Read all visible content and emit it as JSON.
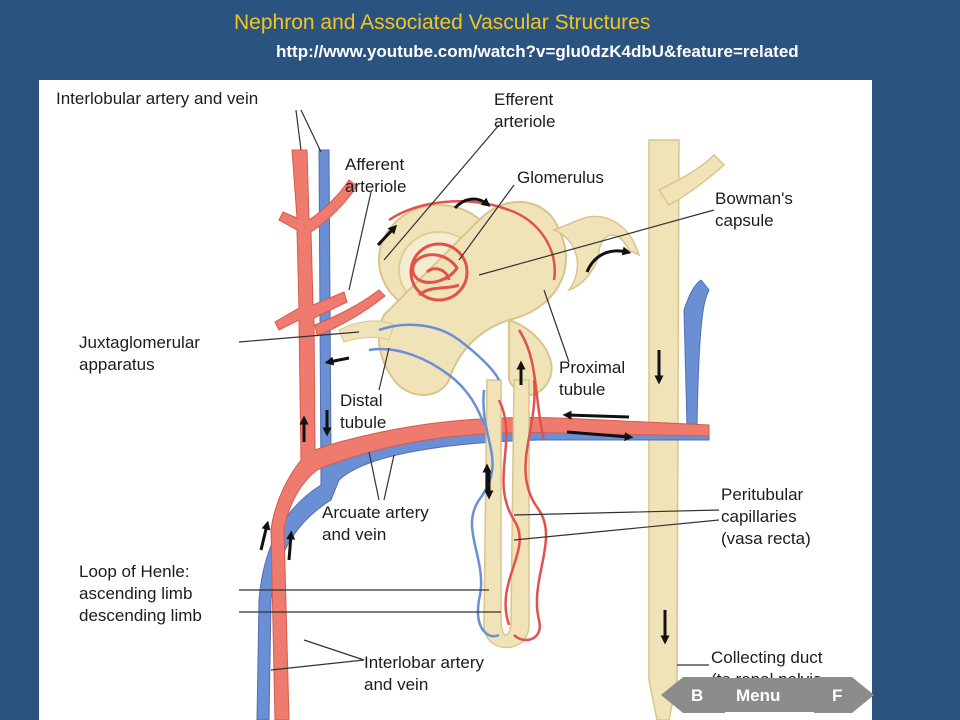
{
  "slide": {
    "title": "Nephron and Associated Vascular Structures",
    "link": "http://www.youtube.com/watch?v=glu0dzK4dbU&feature=related"
  },
  "labels": {
    "interlobular": "Interlobular artery and vein",
    "efferent": "Efferent\narteriole",
    "afferent": "Afferent\narteriole",
    "glomerulus": "Glomerulus",
    "bowmans": "Bowman's\ncapsule",
    "juxtaglomerular": "Juxtaglomerular\napparatus",
    "distal": "Distal\ntubule",
    "proximal": "Proximal\ntubule",
    "arcuate": "Arcuate artery\nand vein",
    "peritubular": "Peritubular\ncapillaries\n(vasa recta)",
    "loop": "Loop of Henle:\nascending limb\ndescending limb",
    "interlobar": "Interlobar artery\nand vein",
    "collecting": "Collecting duct\n(to renal pelvis\nureter)"
  },
  "nav": {
    "back_label": "B",
    "menu_label": "Menu",
    "forward_label": "F"
  },
  "colors": {
    "background": "#2b5380",
    "title": "#f2c522",
    "artery": "#ee7b6e",
    "vein": "#6b8fd4",
    "tubule": "#f1e3b8",
    "arrow": "#111111"
  }
}
